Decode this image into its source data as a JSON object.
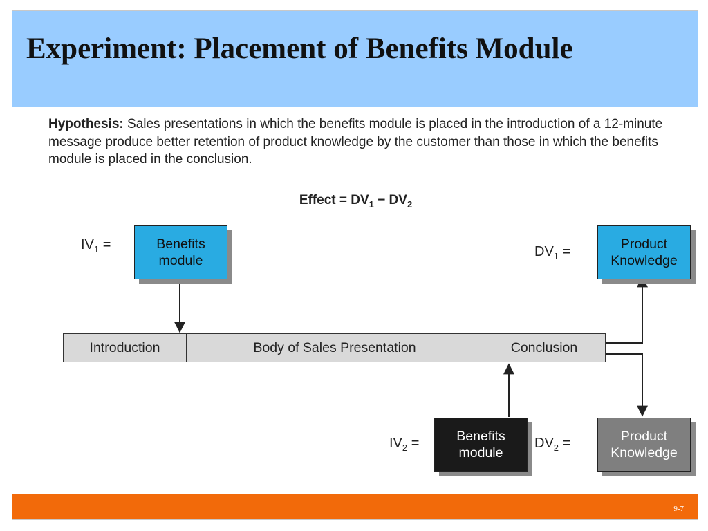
{
  "slide": {
    "title": "Experiment: Placement of Benefits Module",
    "page_number": "9-7"
  },
  "hypothesis": {
    "label": "Hypothesis:",
    "text": " Sales presentations in which the benefits module is placed in the introduction of a 12-minute message produce better retention of product knowledge by the customer than those in which the benefits module is placed in the conclusion."
  },
  "effect": {
    "prefix": "Effect = DV",
    "sub1": "1",
    "minus": " − DV",
    "sub2": "2"
  },
  "iv1": {
    "label": "IV",
    "sub": "1",
    "eq": " =",
    "box": "Benefits\nmodule",
    "color": "#29abe2"
  },
  "iv2": {
    "label": "IV",
    "sub": "2",
    "eq": " =",
    "box": "Benefits\nmodule",
    "color": "#1a1a1a"
  },
  "dv1": {
    "label": "DV",
    "sub": "1",
    "eq": " =",
    "box": "Product\nKnowledge",
    "color": "#29abe2"
  },
  "dv2": {
    "label": "DV",
    "sub": "2",
    "eq": " =",
    "box": "Product\nKnowledge",
    "color": "#7f7f7f"
  },
  "presentation": {
    "segments": [
      "Introduction",
      "Body of Sales Presentation",
      "Conclusion"
    ]
  },
  "colors": {
    "header": "#99ccff",
    "footer": "#f26a0a",
    "bar": "#d9d9d9"
  }
}
